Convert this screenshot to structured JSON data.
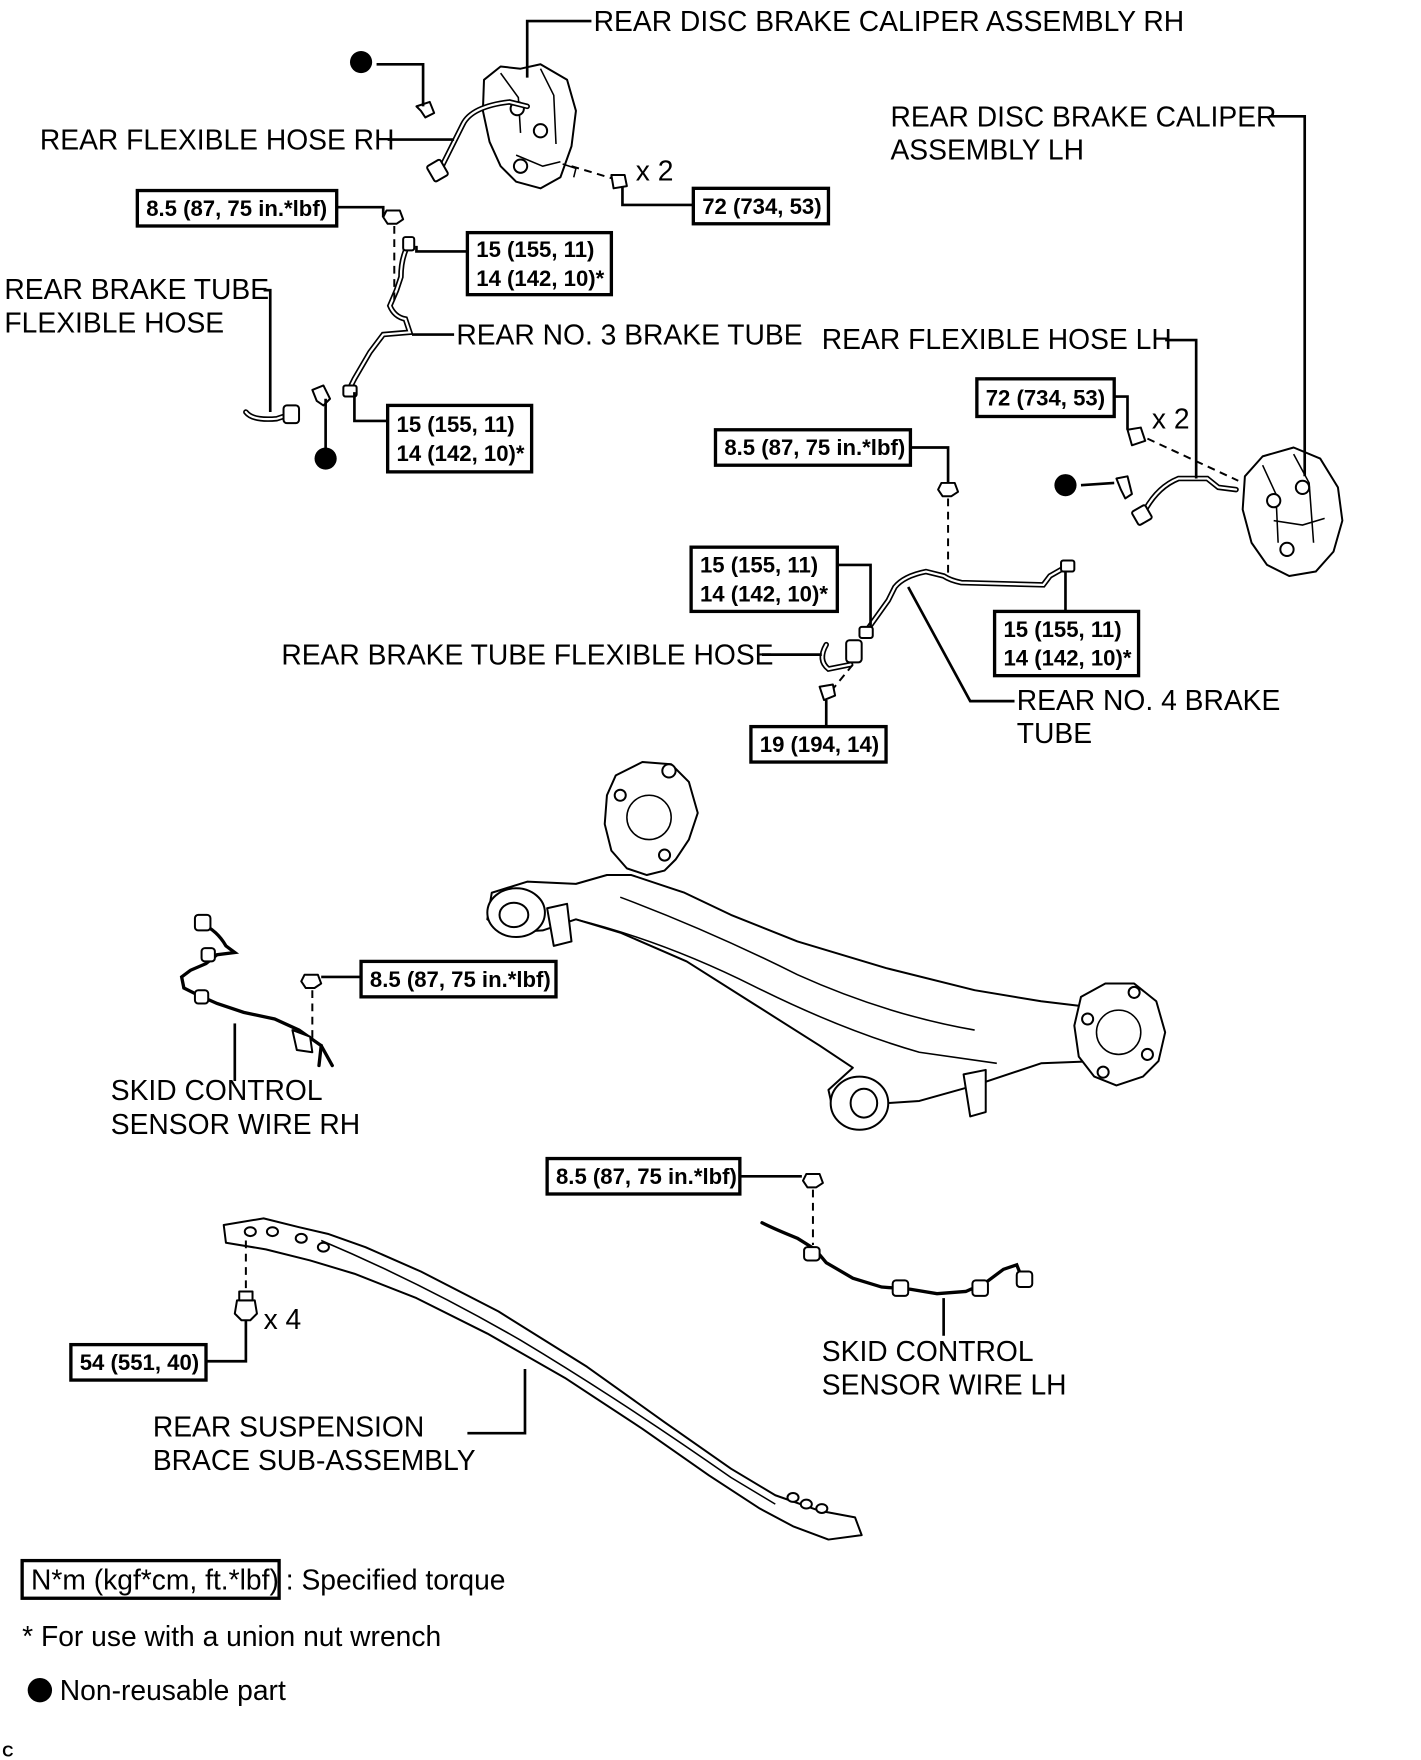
{
  "labels": {
    "caliper_rh": "REAR DISC BRAKE CALIPER ASSEMBLY RH",
    "caliper_lh_line1": "REAR DISC BRAKE CALIPER",
    "caliper_lh_line2": "ASSEMBLY LH",
    "flex_hose_rh": "REAR FLEXIBLE HOSE RH",
    "tube_flex_hose_rh_line1": "REAR BRAKE TUBE",
    "tube_flex_hose_rh_line2": "FLEXIBLE HOSE",
    "no3_tube": "REAR NO. 3 BRAKE TUBE",
    "flex_hose_lh": "REAR FLEXIBLE HOSE LH",
    "tube_flex_hose_lh": "REAR BRAKE TUBE FLEXIBLE HOSE",
    "no4_tube_line1": "REAR NO. 4 BRAKE",
    "no4_tube_line2": "TUBE",
    "sensor_rh_line1": "SKID CONTROL",
    "sensor_rh_line2": "SENSOR WIRE RH",
    "sensor_lh_line1": "SKID CONTROL",
    "sensor_lh_line2": "SENSOR WIRE LH",
    "brace_line1": "REAR SUSPENSION",
    "brace_line2": "BRACE SUB-ASSEMBLY",
    "qty_caliper_rh": "x 2",
    "qty_caliper_lh": "x 2",
    "qty_brace": "x 4"
  },
  "torques": {
    "rh_caliper_bolt": "72 (734, 53)",
    "rh_hose_bracket_bolt": "8.5 (87, 75 in.*lbf)",
    "no3_upper_line1": "15 (155, 11)",
    "no3_upper_line2": "14 (142, 10)*",
    "no3_lower_line1": "15 (155, 11)",
    "no3_lower_line2": "14 (142, 10)*",
    "lh_caliper_bolt": "72 (734, 53)",
    "lh_hose_bracket_bolt": "8.5 (87, 75 in.*lbf)",
    "no4_left_line1": "15 (155, 11)",
    "no4_left_line2": "14 (142, 10)*",
    "no4_right_line1": "15 (155, 11)",
    "no4_right_line2": "14 (142, 10)*",
    "lh_flex_bolt": "19 (194, 14)",
    "sensor_rh_bolt": "8.5 (87, 75 in.*lbf)",
    "sensor_lh_bolt": "8.5 (87, 75 in.*lbf)",
    "brace_bolt": "54 (551, 40)"
  },
  "legend": {
    "unit_box": "N*m (kgf*cm, ft.*lbf)",
    "unit_desc": ": Specified torque",
    "union_nut_note": "* For use with a union nut wrench",
    "non_reusable": "Non-reusable part"
  },
  "corner_code": "C"
}
